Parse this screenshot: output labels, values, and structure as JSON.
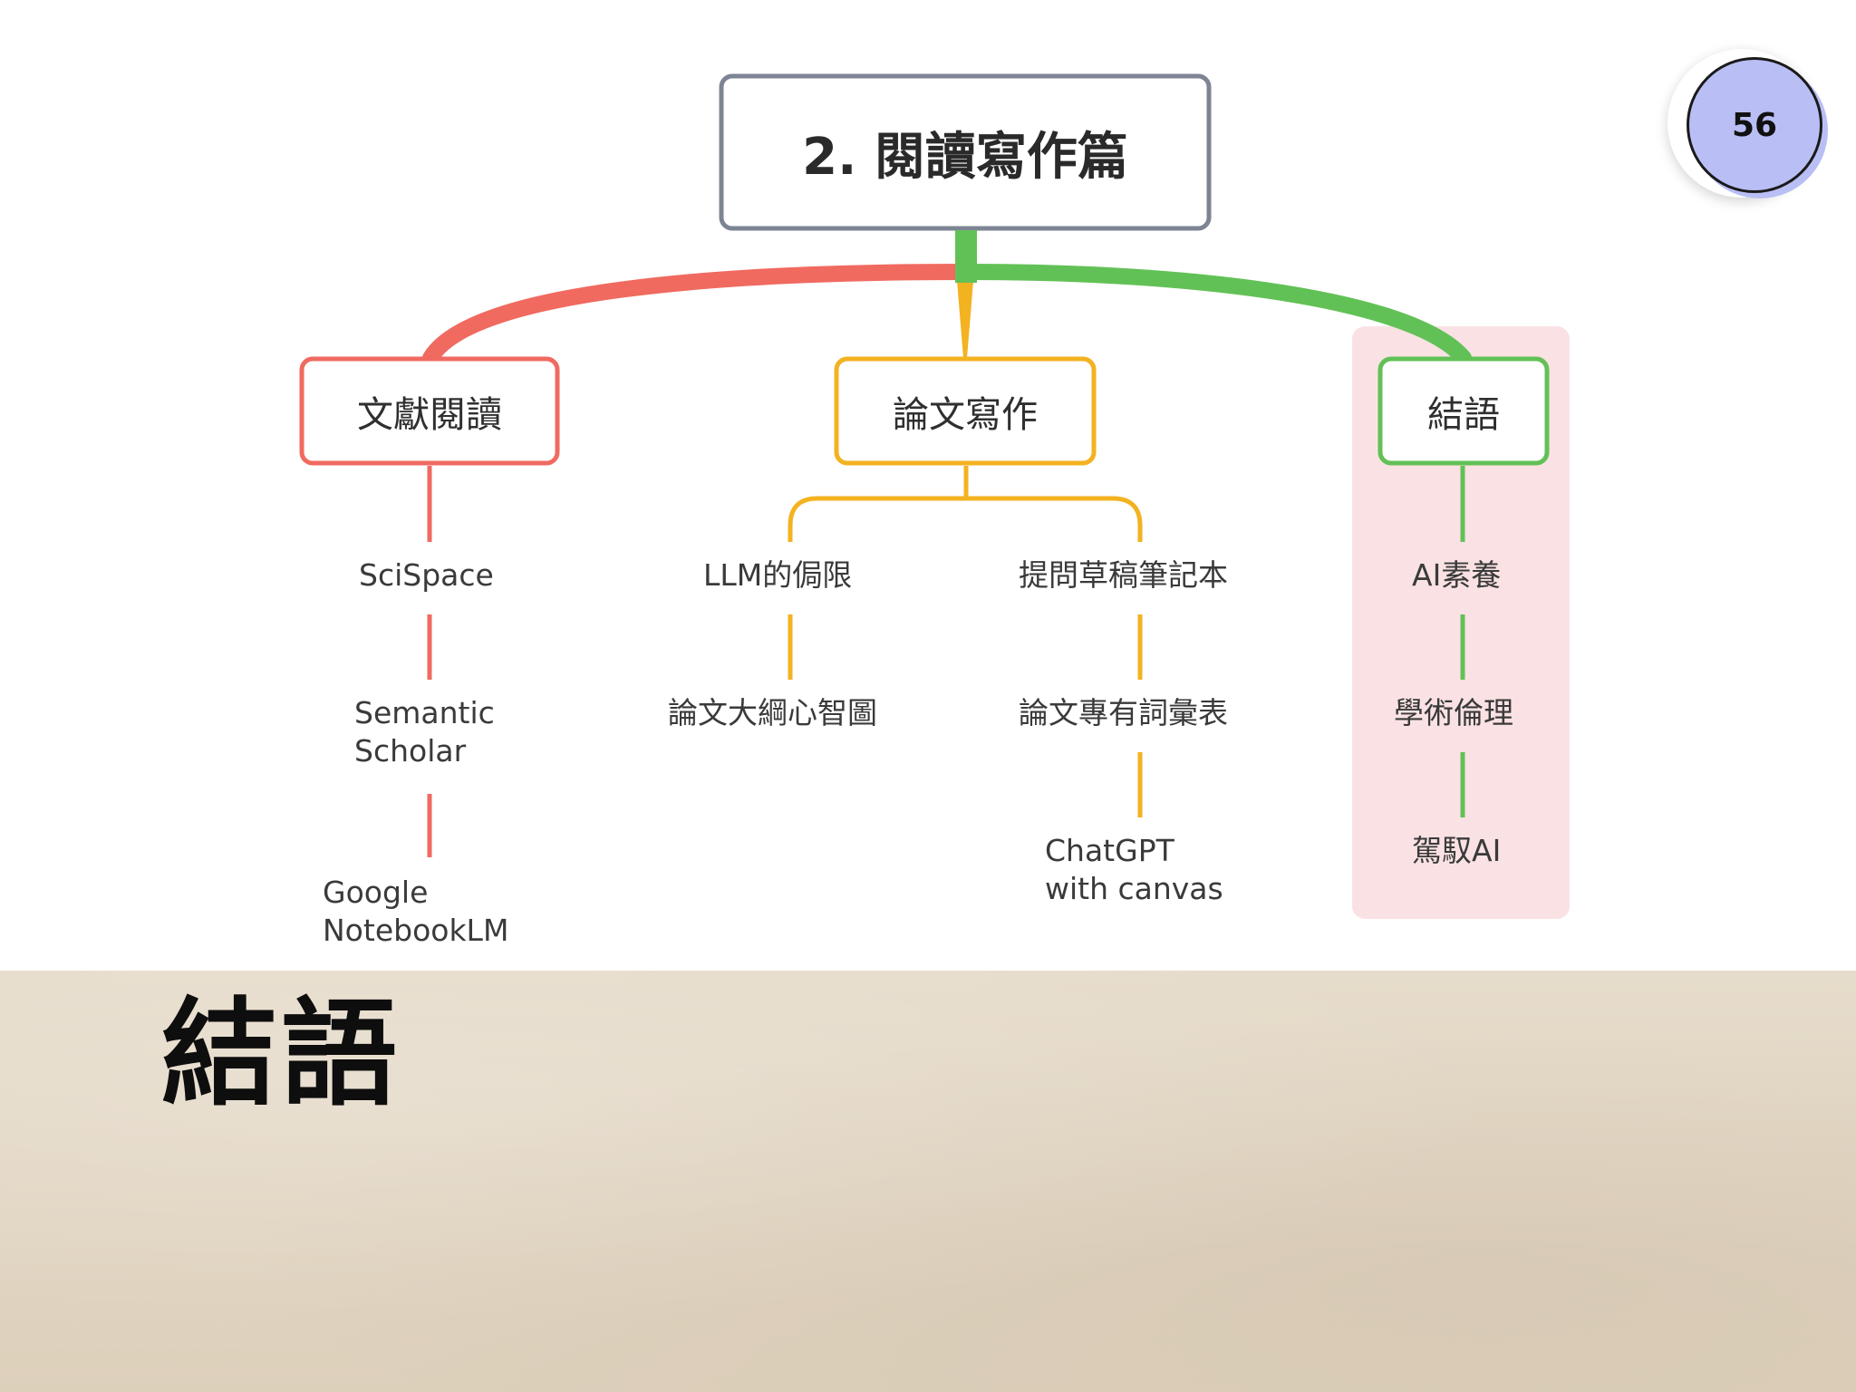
{
  "page_number": "56",
  "bottom_title": "結語",
  "diagram": {
    "root": "2. 閱讀寫作篇",
    "branches": [
      {
        "label": "文獻閱讀",
        "color": "#f06a60",
        "leaves": [
          "SciSpace",
          "Semantic\nScholar",
          "Google\nNotebookLM"
        ]
      },
      {
        "label": "論文寫作",
        "color": "#f3b220",
        "sub_columns": [
          {
            "leaves": [
              "LLM的侷限",
              "論文大綱心智圖"
            ]
          },
          {
            "leaves": [
              "提問草稿筆記本",
              "論文專有詞彙表",
              "ChatGPT\nwith canvas"
            ]
          }
        ]
      },
      {
        "label": "結語",
        "color": "#62c156",
        "highlighted": true,
        "leaves": [
          "AI素養",
          "學術倫理",
          "駕馭AI"
        ]
      }
    ]
  },
  "colors": {
    "root_border": "#7d8494",
    "highlight_bg": "#f9dfe1",
    "badge_fill": "#b9bff5",
    "paper": "#e3d8c6"
  }
}
